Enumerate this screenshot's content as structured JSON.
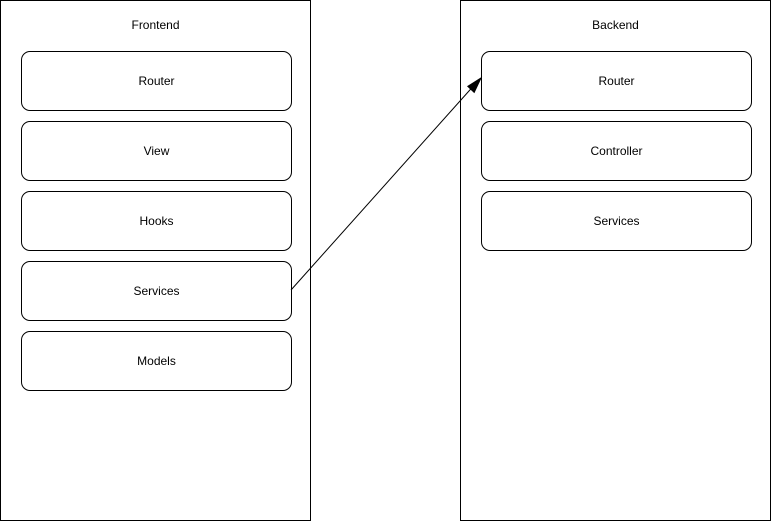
{
  "frontend": {
    "title": "Frontend",
    "boxes": [
      "Router",
      "View",
      "Hooks",
      "Services",
      "Models"
    ]
  },
  "backend": {
    "title": "Backend",
    "boxes": [
      "Router",
      "Controller",
      "Services"
    ]
  },
  "connector": {
    "from": "Frontend Services",
    "to": "Backend Router"
  }
}
